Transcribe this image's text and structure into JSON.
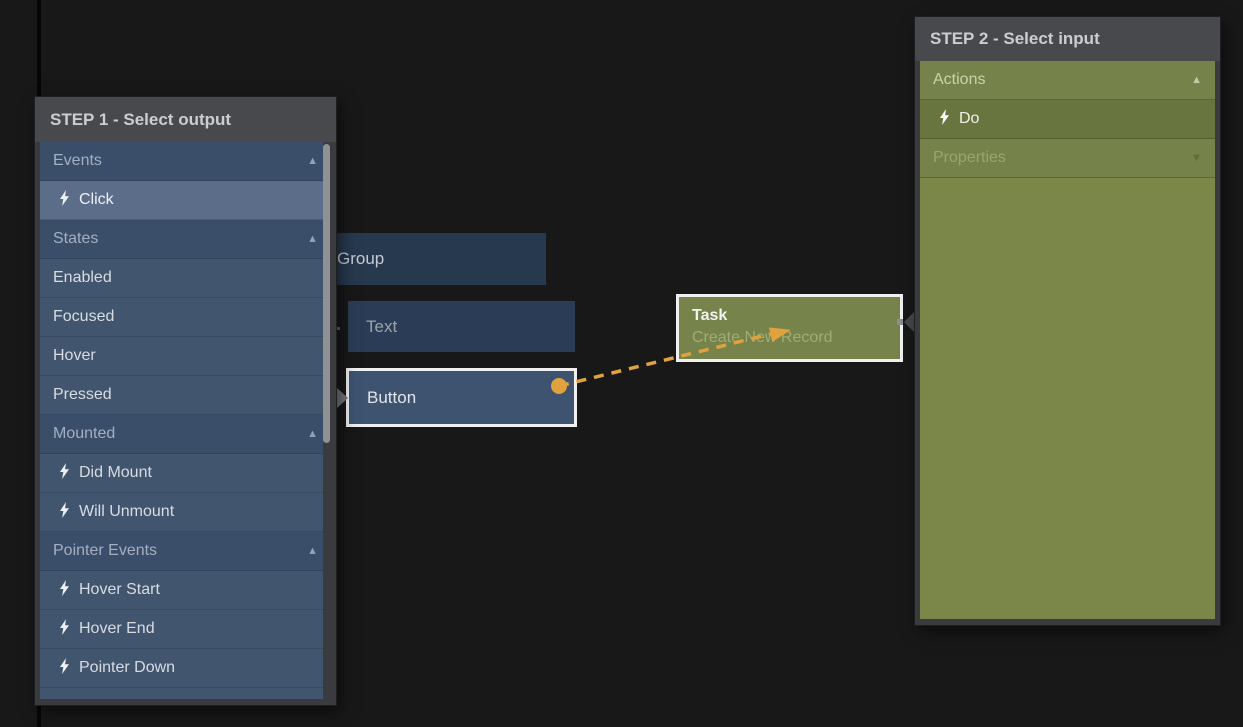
{
  "step1": {
    "title": "STEP 1 - Select output",
    "rows": [
      {
        "type": "section",
        "label": "Events",
        "caret": "up"
      },
      {
        "type": "item",
        "label": "Click",
        "icon": "bolt-icon",
        "selected": true
      },
      {
        "type": "section",
        "label": "States",
        "caret": "up"
      },
      {
        "type": "item",
        "label": "Enabled"
      },
      {
        "type": "item",
        "label": "Focused"
      },
      {
        "type": "item",
        "label": "Hover"
      },
      {
        "type": "item",
        "label": "Pressed"
      },
      {
        "type": "section",
        "label": "Mounted",
        "caret": "up"
      },
      {
        "type": "item",
        "label": "Did Mount",
        "icon": "bolt-icon"
      },
      {
        "type": "item",
        "label": "Will Unmount",
        "icon": "bolt-icon"
      },
      {
        "type": "section",
        "label": "Pointer Events",
        "caret": "up"
      },
      {
        "type": "item",
        "label": "Hover Start",
        "icon": "bolt-icon"
      },
      {
        "type": "item",
        "label": "Hover End",
        "icon": "bolt-icon"
      },
      {
        "type": "item",
        "label": "Pointer Down",
        "icon": "bolt-icon"
      }
    ]
  },
  "step2": {
    "title": "STEP 2 - Select input",
    "rows": [
      {
        "type": "section",
        "label": "Actions",
        "caret": "up"
      },
      {
        "type": "item",
        "label": "Do",
        "icon": "bolt-icon",
        "selected": true
      },
      {
        "type": "section",
        "label": "Properties",
        "caret": "down",
        "muted": true
      }
    ]
  },
  "nodes": {
    "group": {
      "label": "Group"
    },
    "text": {
      "label": "Text"
    },
    "button": {
      "label": "Button"
    },
    "task": {
      "title": "Task",
      "subtitle": "Create New Record"
    }
  },
  "colors": {
    "canvas_bg": "#181818",
    "panel_frame": "#3a3b3f",
    "panel_header_bg": "#48494d",
    "step1_list_bg": "#42556f",
    "step1_section_bg": "#3a4d69",
    "step1_selected_bg": "#5b6d89",
    "step2_list_bg": "#7a8749",
    "step2_section_bg": "#75824a",
    "step2_selected_bg": "#68753f",
    "node_navy": "#2b3d56",
    "node_navy_selected": "#3d5370",
    "node_olive": "#76834a",
    "selection_border": "#f0f0f0",
    "connection_orange": "#e0a23d"
  }
}
